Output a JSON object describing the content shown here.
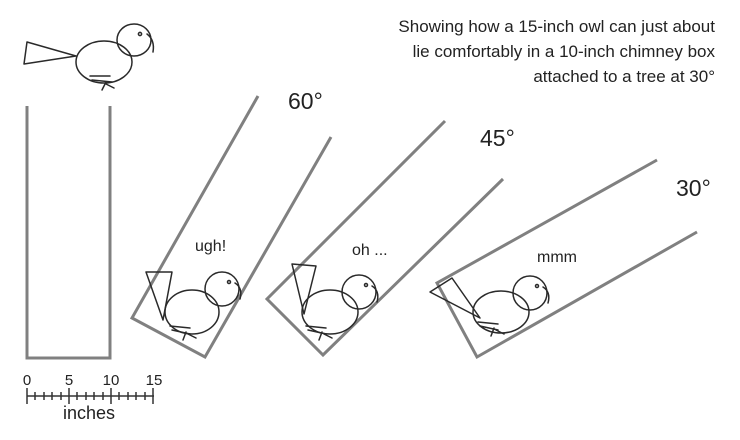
{
  "caption": {
    "line1": "Showing how a 15-inch owl can just about",
    "line2": "lie comfortably in a 10-inch chimney box",
    "line3": "attached to a tree at 30°"
  },
  "angles": {
    "a60": "60°",
    "a45": "45°",
    "a30": "30°"
  },
  "reactions": {
    "r60": "ugh!",
    "r45": "oh ...",
    "r30": "mmm"
  },
  "scale": {
    "ticks": [
      "0",
      "5",
      "10",
      "15"
    ],
    "unit": "inches"
  },
  "colors": {
    "box": "#808080",
    "owl": "#2a2a2a",
    "text": "#222222"
  }
}
